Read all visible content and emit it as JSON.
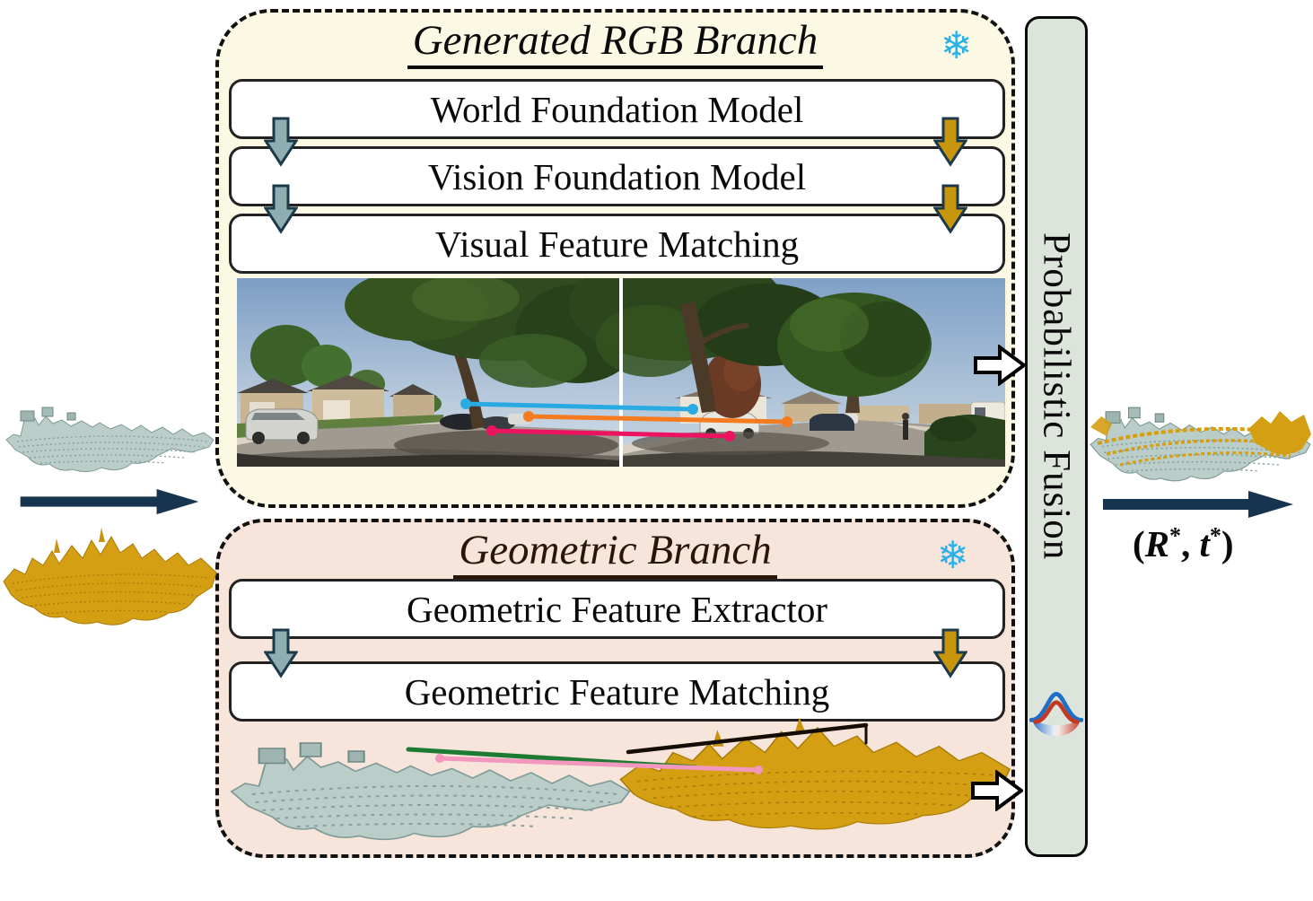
{
  "rgb_branch": {
    "title": "Generated RGB Branch",
    "frozen_icon": "❄",
    "boxes": [
      {
        "label": "World Foundation Model"
      },
      {
        "label": "Vision Foundation Model"
      },
      {
        "label": "Visual Feature Matching"
      }
    ]
  },
  "geometric_branch": {
    "title": "Geometric Branch",
    "frozen_icon": "❄",
    "boxes": [
      {
        "label": "Geometric Feature Extractor"
      },
      {
        "label": "Geometric Feature Matching"
      }
    ]
  },
  "fusion": {
    "label": "Probabilistic Fusion"
  },
  "output": {
    "open": "(",
    "R": "R",
    "star": "*",
    "comma": ", ",
    "t": "t",
    "close": ")"
  },
  "colors": {
    "rgb_bg": "#FBF9E3",
    "geo_bg": "#F7E4DA",
    "fusion_bg": "#DDE4DB",
    "snowflake": "#2BB1E7",
    "arrow_gray": "#8FAEB2",
    "arrow_gold": "#C8960C",
    "arrow_dark_outline": "#1C3A4A",
    "arrow_navy": "#16344E",
    "match_cyan": "#29ABE2",
    "match_orange": "#F47B20",
    "match_magenta": "#EC1461",
    "match_green": "#1D7A33",
    "match_pink": "#F297BD",
    "match_black": "#140D05",
    "cloud_gray": "#BACDC9",
    "cloud_gold": "#D49F13"
  }
}
